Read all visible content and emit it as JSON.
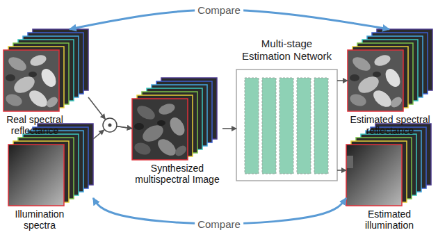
{
  "diagram": {
    "nodes": [
      {
        "text": [
          "Real spectral reflectance"
        ]
      },
      {
        "text": [
          "Illumination spectra"
        ]
      },
      {
        "text": [
          "Synthesized multispectral Image"
        ]
      },
      {
        "text": [
          "Multi-stage Estimation Network"
        ]
      },
      {
        "text": [
          "Estimated spectral reflectance"
        ]
      },
      {
        "text": [
          "Estimated illumination"
        ]
      }
    ],
    "edges": [
      {
        "from": 0,
        "to": 2,
        "arrow": "to"
      },
      {
        "from": 1,
        "to": 2,
        "arrow": "to"
      },
      {
        "from": 2,
        "to": 3,
        "arrow": "to"
      },
      {
        "from": 3,
        "to": 4,
        "arrow": "to"
      },
      {
        "from": 3,
        "to": 5,
        "arrow": "to"
      },
      {
        "from": 0,
        "to": 4,
        "label": "Compare",
        "arrow": "both"
      },
      {
        "from": 1,
        "to": 5,
        "label": "Compare",
        "arrow": "both"
      }
    ]
  }
}
